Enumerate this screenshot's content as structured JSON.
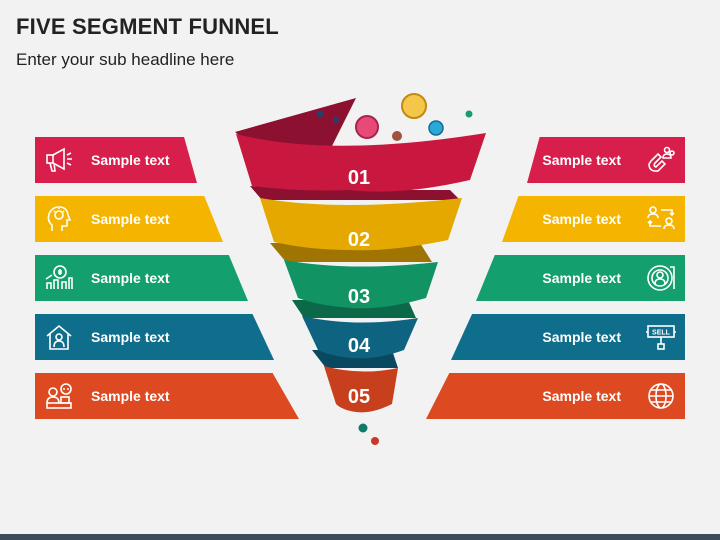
{
  "title": "FIVE SEGMENT FUNNEL",
  "subtitle": "Enter your sub headline here",
  "colors": {
    "red": "#d81e4a",
    "yellow": "#f5b400",
    "green": "#14a06e",
    "teal": "#0f6e8c",
    "orange": "#dd4a22"
  },
  "segments": [
    {
      "number": "01",
      "left_text": "Sample text",
      "right_text": "Sample text",
      "left_icon": "megaphone-icon",
      "right_icon": "magnet-users-icon"
    },
    {
      "number": "02",
      "left_text": "Sample text",
      "right_text": "Sample text",
      "left_icon": "head-idea-icon",
      "right_icon": "user-exchange-icon"
    },
    {
      "number": "03",
      "left_text": "Sample text",
      "right_text": "Sample text",
      "left_icon": "money-growth-icon",
      "right_icon": "target-user-icon"
    },
    {
      "number": "04",
      "left_text": "Sample text",
      "right_text": "Sample text",
      "left_icon": "house-person-icon",
      "right_icon": "sell-sign-icon"
    },
    {
      "number": "05",
      "left_text": "Sample text",
      "right_text": "Sample text",
      "left_icon": "support-agent-icon",
      "right_icon": "globe-icon"
    }
  ]
}
